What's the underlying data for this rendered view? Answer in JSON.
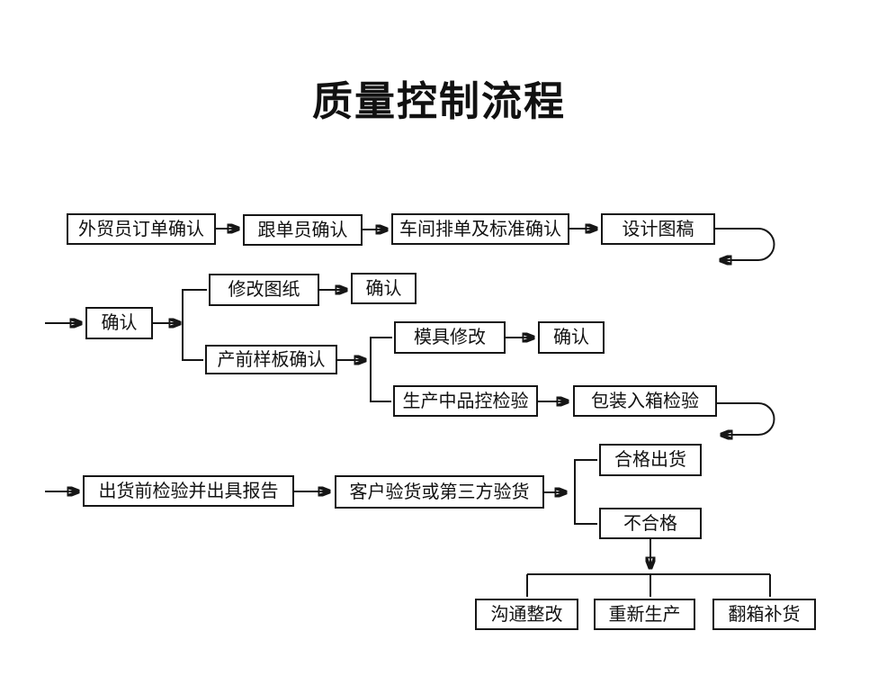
{
  "title": "质量控制流程",
  "nodes": [
    {
      "id": "trade-order-confirm",
      "label": "外贸员订单确认"
    },
    {
      "id": "merchandiser-confirm",
      "label": "跟单员确认"
    },
    {
      "id": "workshop-schedule-confirm",
      "label": "车间排单及标准确认"
    },
    {
      "id": "design-draft",
      "label": "设计图稿"
    },
    {
      "id": "confirm-1",
      "label": "确认"
    },
    {
      "id": "revise-drawing",
      "label": "修改图纸"
    },
    {
      "id": "confirm-2",
      "label": "确认"
    },
    {
      "id": "pre-production-sample",
      "label": "产前样板确认"
    },
    {
      "id": "mold-modification",
      "label": "模具修改"
    },
    {
      "id": "confirm-3",
      "label": "确认"
    },
    {
      "id": "in-production-qc",
      "label": "生产中品控检验"
    },
    {
      "id": "packing-inspection",
      "label": "包装入箱检验"
    },
    {
      "id": "pre-shipment-report",
      "label": "出货前检验并出具报告"
    },
    {
      "id": "customer-inspection",
      "label": "客户验货或第三方验货"
    },
    {
      "id": "qualified-ship",
      "label": "合格出货"
    },
    {
      "id": "unqualified",
      "label": "不合格"
    },
    {
      "id": "communicate-rectify",
      "label": "沟通整改"
    },
    {
      "id": "re-production",
      "label": "重新生产"
    },
    {
      "id": "repack-replenish",
      "label": "翻箱补货"
    }
  ],
  "edges": [
    {
      "from": "外贸员订单确认",
      "to": "跟单员确认"
    },
    {
      "from": "跟单员确认",
      "to": "车间排单及标准确认"
    },
    {
      "from": "车间排单及标准确认",
      "to": "设计图稿"
    },
    {
      "from": "设计图稿",
      "to": "确认"
    },
    {
      "from": "确认",
      "to": "修改图纸"
    },
    {
      "from": "确认",
      "to": "产前样板确认"
    },
    {
      "from": "修改图纸",
      "to": "确认"
    },
    {
      "from": "产前样板确认",
      "to": "模具修改"
    },
    {
      "from": "产前样板确认",
      "to": "生产中品控检验"
    },
    {
      "from": "模具修改",
      "to": "确认"
    },
    {
      "from": "生产中品控检验",
      "to": "包装入箱检验"
    },
    {
      "from": "包装入箱检验",
      "to": "出货前检验并出具报告"
    },
    {
      "from": "出货前检验并出具报告",
      "to": "客户验货或第三方验货"
    },
    {
      "from": "客户验货或第三方验货",
      "to": "合格出货"
    },
    {
      "from": "客户验货或第三方验货",
      "to": "不合格"
    },
    {
      "from": "不合格",
      "to": "沟通整改"
    },
    {
      "from": "不合格",
      "to": "重新生产"
    },
    {
      "from": "不合格",
      "to": "翻箱补货"
    }
  ],
  "colors": {
    "ink": "#161616",
    "background": "#ffffff"
  }
}
